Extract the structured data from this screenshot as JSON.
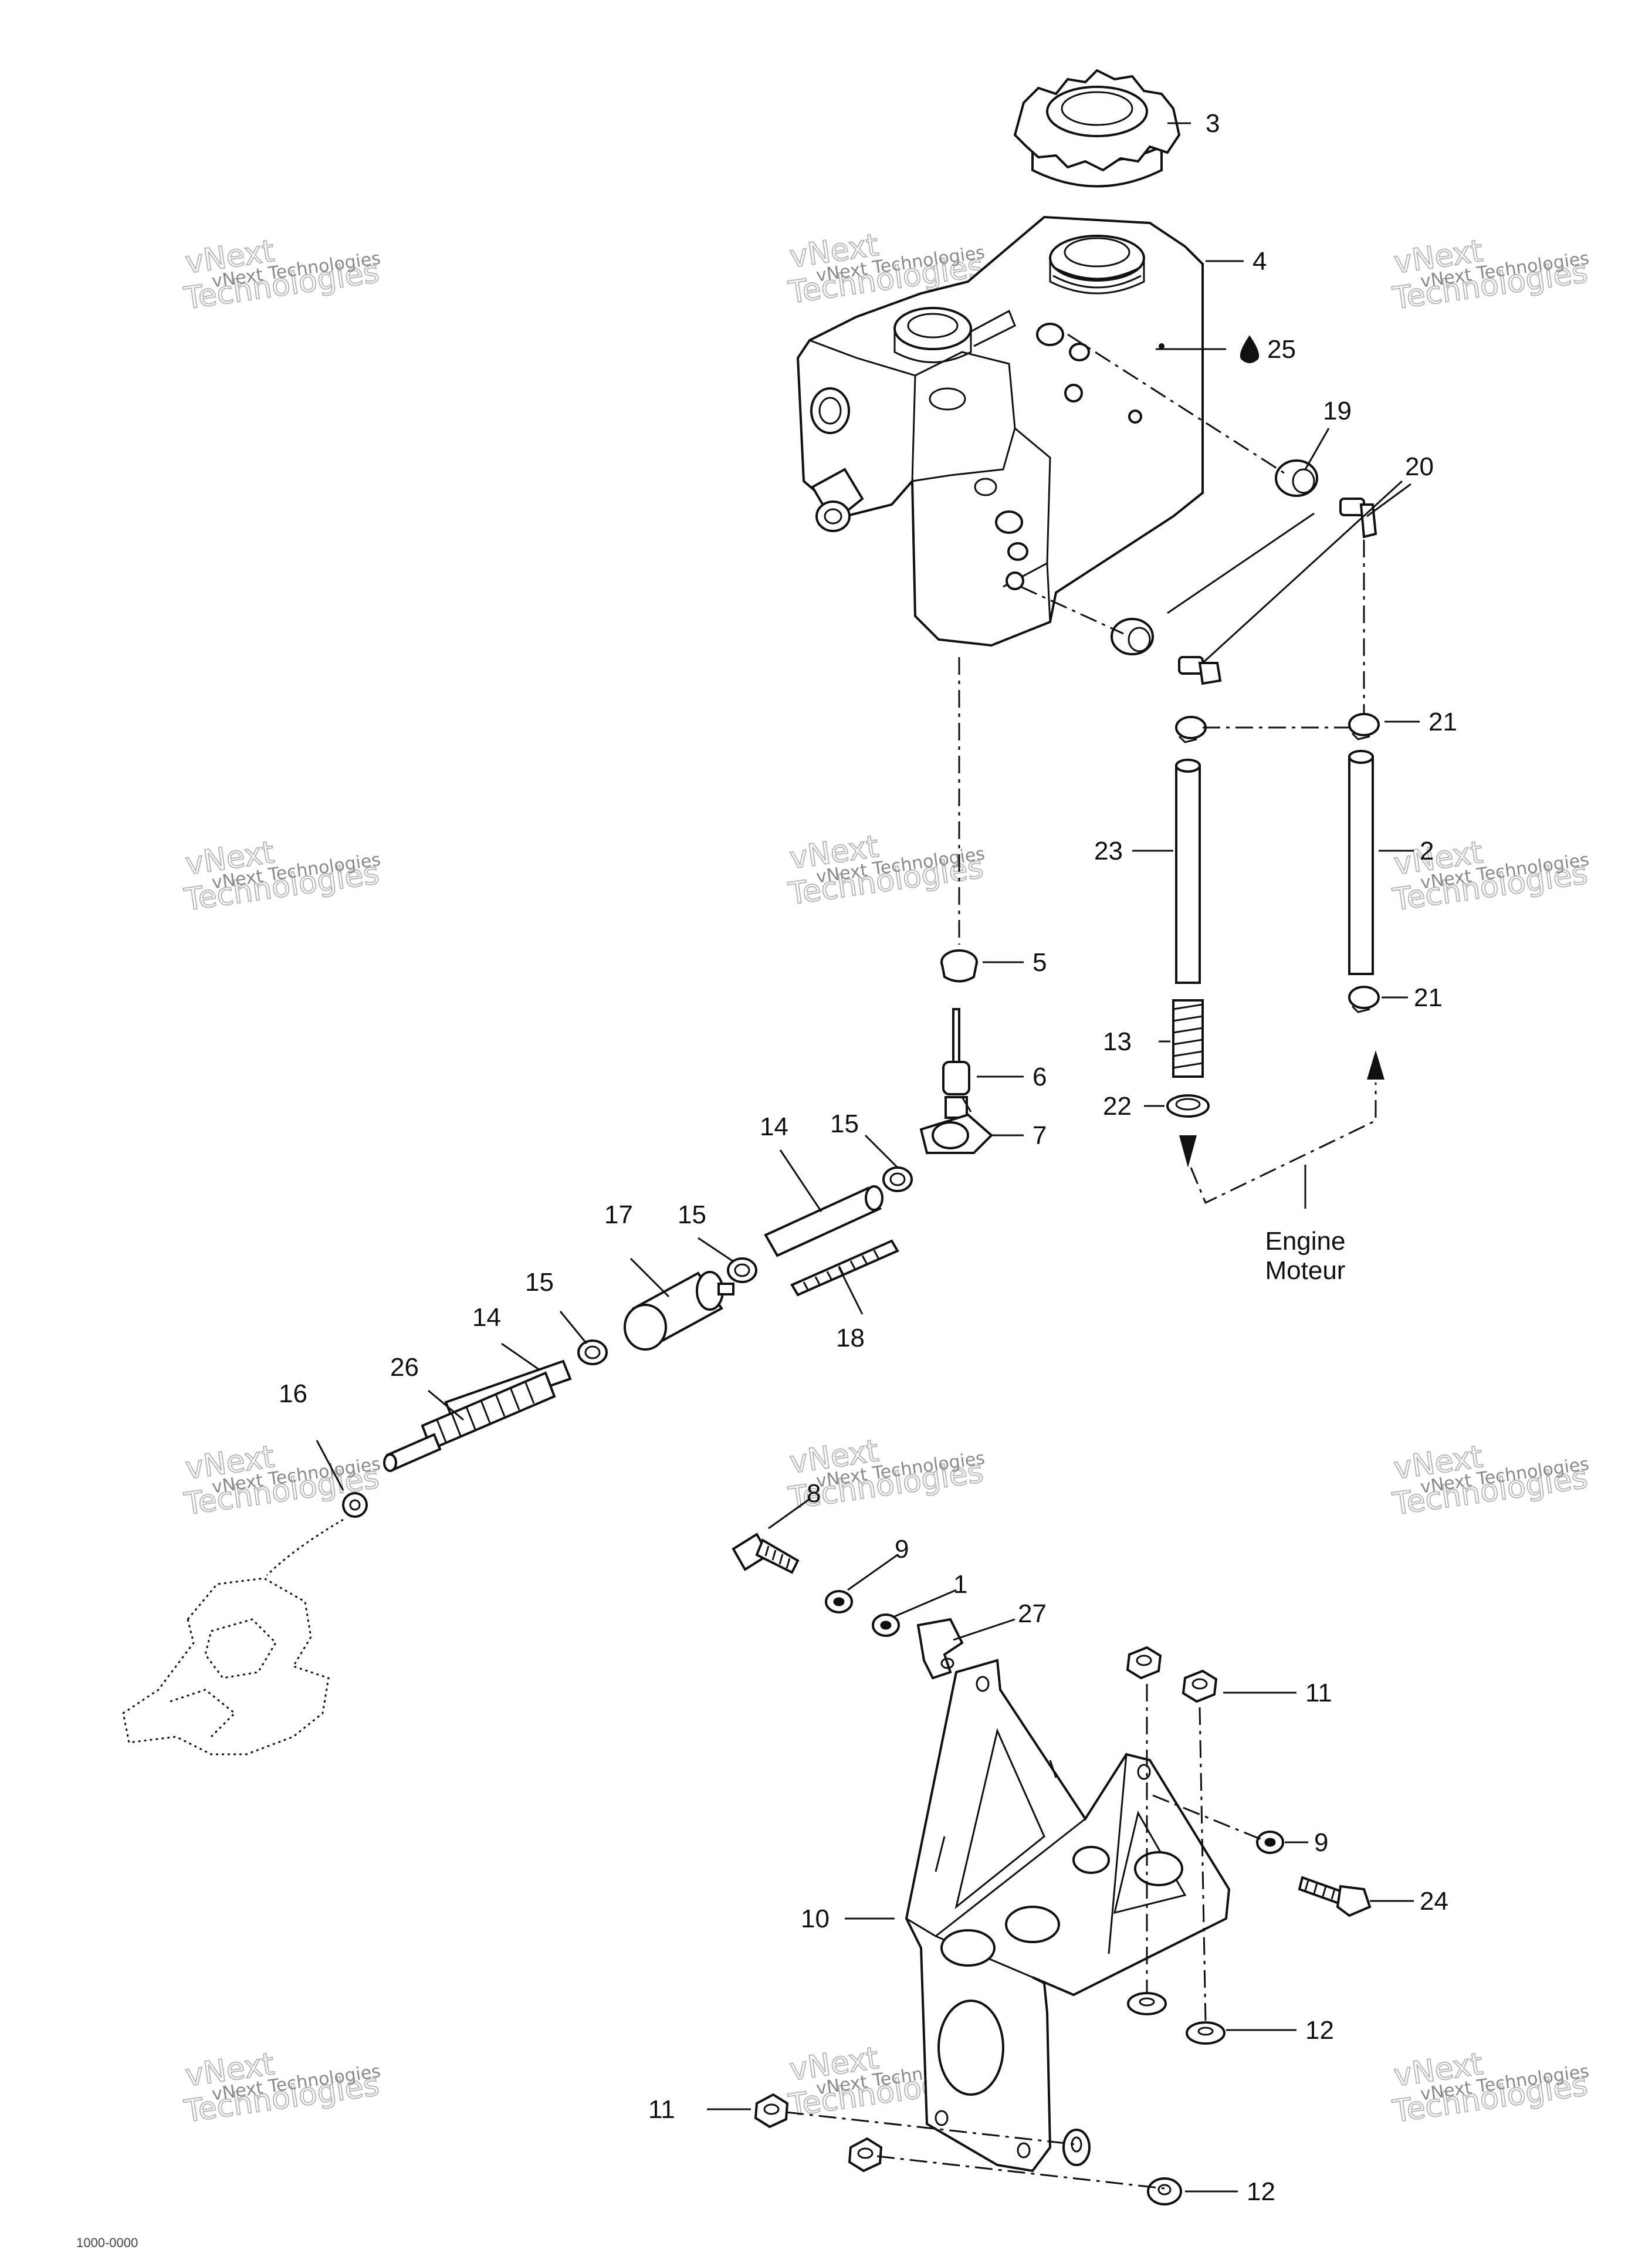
{
  "labels": [
    {
      "text": "3"
    },
    {
      "text": "4"
    },
    {
      "text": "25"
    },
    {
      "text": "19"
    },
    {
      "text": "20"
    },
    {
      "text": "21"
    },
    {
      "text": "23"
    },
    {
      "text": "2"
    },
    {
      "text": "5"
    },
    {
      "text": "21"
    },
    {
      "text": "13"
    },
    {
      "text": "6"
    },
    {
      "text": "15"
    },
    {
      "text": "22"
    },
    {
      "text": "7"
    },
    {
      "text": "14"
    },
    {
      "text": "15"
    },
    {
      "text": "17"
    },
    {
      "text": "15"
    },
    {
      "text": "14"
    },
    {
      "text": "26"
    },
    {
      "text": "18"
    },
    {
      "text": "16"
    },
    {
      "text": "8"
    },
    {
      "text": "9"
    },
    {
      "text": "1"
    },
    {
      "text": "27"
    },
    {
      "text": "11"
    },
    {
      "text": "9"
    },
    {
      "text": "24"
    },
    {
      "text": "10"
    },
    {
      "text": "12"
    },
    {
      "text": "11"
    },
    {
      "text": "12"
    }
  ],
  "engine_caption": {
    "line1": "Engine",
    "line2": "Moteur"
  },
  "watermark": {
    "line1": "vNext Technologies",
    "line2": "vNext\nTechnologies"
  },
  "doc_id": "1000-0000"
}
